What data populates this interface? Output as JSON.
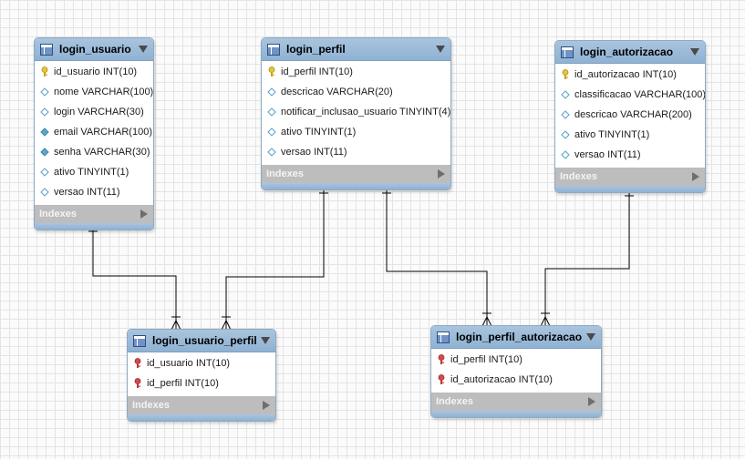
{
  "tables": {
    "login_usuario": {
      "name": "login_usuario",
      "columns": [
        {
          "label": "id_usuario INT(10)",
          "icon": "primary-key-icon"
        },
        {
          "label": "nome VARCHAR(100)",
          "icon": "column-diamond-icon"
        },
        {
          "label": "login VARCHAR(30)",
          "icon": "column-diamond-icon"
        },
        {
          "label": "email VARCHAR(100)",
          "icon": "column-diamond-filled-icon"
        },
        {
          "label": "senha VARCHAR(30)",
          "icon": "column-diamond-filled-icon"
        },
        {
          "label": "ativo TINYINT(1)",
          "icon": "column-diamond-icon"
        },
        {
          "label": "versao INT(11)",
          "icon": "column-diamond-icon"
        }
      ],
      "indexes_label": "Indexes"
    },
    "login_perfil": {
      "name": "login_perfil",
      "columns": [
        {
          "label": "id_perfil INT(10)",
          "icon": "primary-key-icon"
        },
        {
          "label": "descricao VARCHAR(20)",
          "icon": "column-diamond-icon"
        },
        {
          "label": "notificar_inclusao_usuario TINYINT(4)",
          "icon": "column-diamond-icon"
        },
        {
          "label": "ativo TINYINT(1)",
          "icon": "column-diamond-icon"
        },
        {
          "label": "versao INT(11)",
          "icon": "column-diamond-icon"
        }
      ],
      "indexes_label": "Indexes"
    },
    "login_autorizacao": {
      "name": "login_autorizacao",
      "columns": [
        {
          "label": "id_autorizacao INT(10)",
          "icon": "primary-key-icon"
        },
        {
          "label": "classificacao VARCHAR(100)",
          "icon": "column-diamond-icon"
        },
        {
          "label": "descricao VARCHAR(200)",
          "icon": "column-diamond-icon"
        },
        {
          "label": "ativo TINYINT(1)",
          "icon": "column-diamond-icon"
        },
        {
          "label": "versao INT(11)",
          "icon": "column-diamond-icon"
        }
      ],
      "indexes_label": "Indexes"
    },
    "login_usuario_perfil": {
      "name": "login_usuario_perfil",
      "columns": [
        {
          "label": "id_usuario INT(10)",
          "icon": "foreign-key-icon"
        },
        {
          "label": "id_perfil INT(10)",
          "icon": "foreign-key-icon"
        }
      ],
      "indexes_label": "Indexes"
    },
    "login_perfil_autorizacao": {
      "name": "login_perfil_autorizacao",
      "columns": [
        {
          "label": "id_perfil INT(10)",
          "icon": "foreign-key-icon"
        },
        {
          "label": "id_autorizacao INT(10)",
          "icon": "foreign-key-icon"
        }
      ],
      "indexes_label": "Indexes"
    }
  },
  "colors": {
    "header": "#9fbddb",
    "border": "#8fa9c2",
    "indexes_bar": "#bdbdbd",
    "key": "#e8c43a",
    "foreign_key": "#d64a4a",
    "column_icon": "#5fa6c7",
    "relationship_line": "#000000"
  }
}
